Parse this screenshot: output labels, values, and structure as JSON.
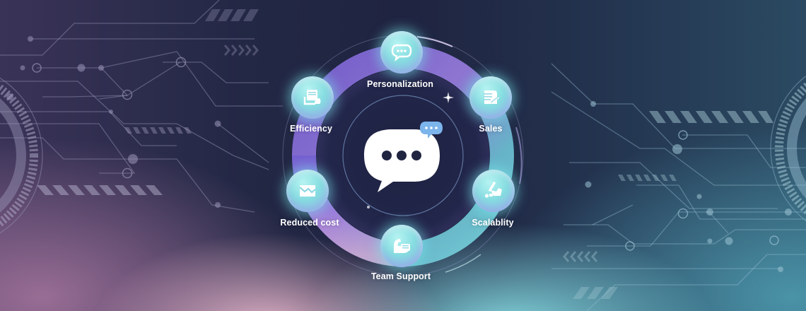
{
  "hero": {
    "center_icon": "chat-bubble-icon",
    "nodes": [
      {
        "id": "personalization",
        "label": "Personalization",
        "icon": "chat-bubble-icon"
      },
      {
        "id": "efficiency",
        "label": "Efficiency",
        "icon": "document-edit-icon"
      },
      {
        "id": "sales",
        "label": "Sales",
        "icon": "document-sign-icon"
      },
      {
        "id": "reduced-cost",
        "label": "Reduced cost",
        "icon": "chart-envelope-icon"
      },
      {
        "id": "scalability",
        "label": "Scalablity",
        "icon": "scale-check-icon"
      },
      {
        "id": "team-support",
        "label": "Team Support",
        "icon": "hand-support-icon"
      }
    ]
  },
  "colors": {
    "bg_dark": "#1f2440",
    "bg_left": "#3a3358",
    "bg_right": "#2b4a62",
    "pink_glow": "#f0bed2",
    "cyan_glow": "#8ce6eb",
    "ring_purple": "#8a6de0",
    "ring_cyan": "#6fd0d8",
    "node_fill": "#86dde0",
    "text": "#ffffff"
  }
}
